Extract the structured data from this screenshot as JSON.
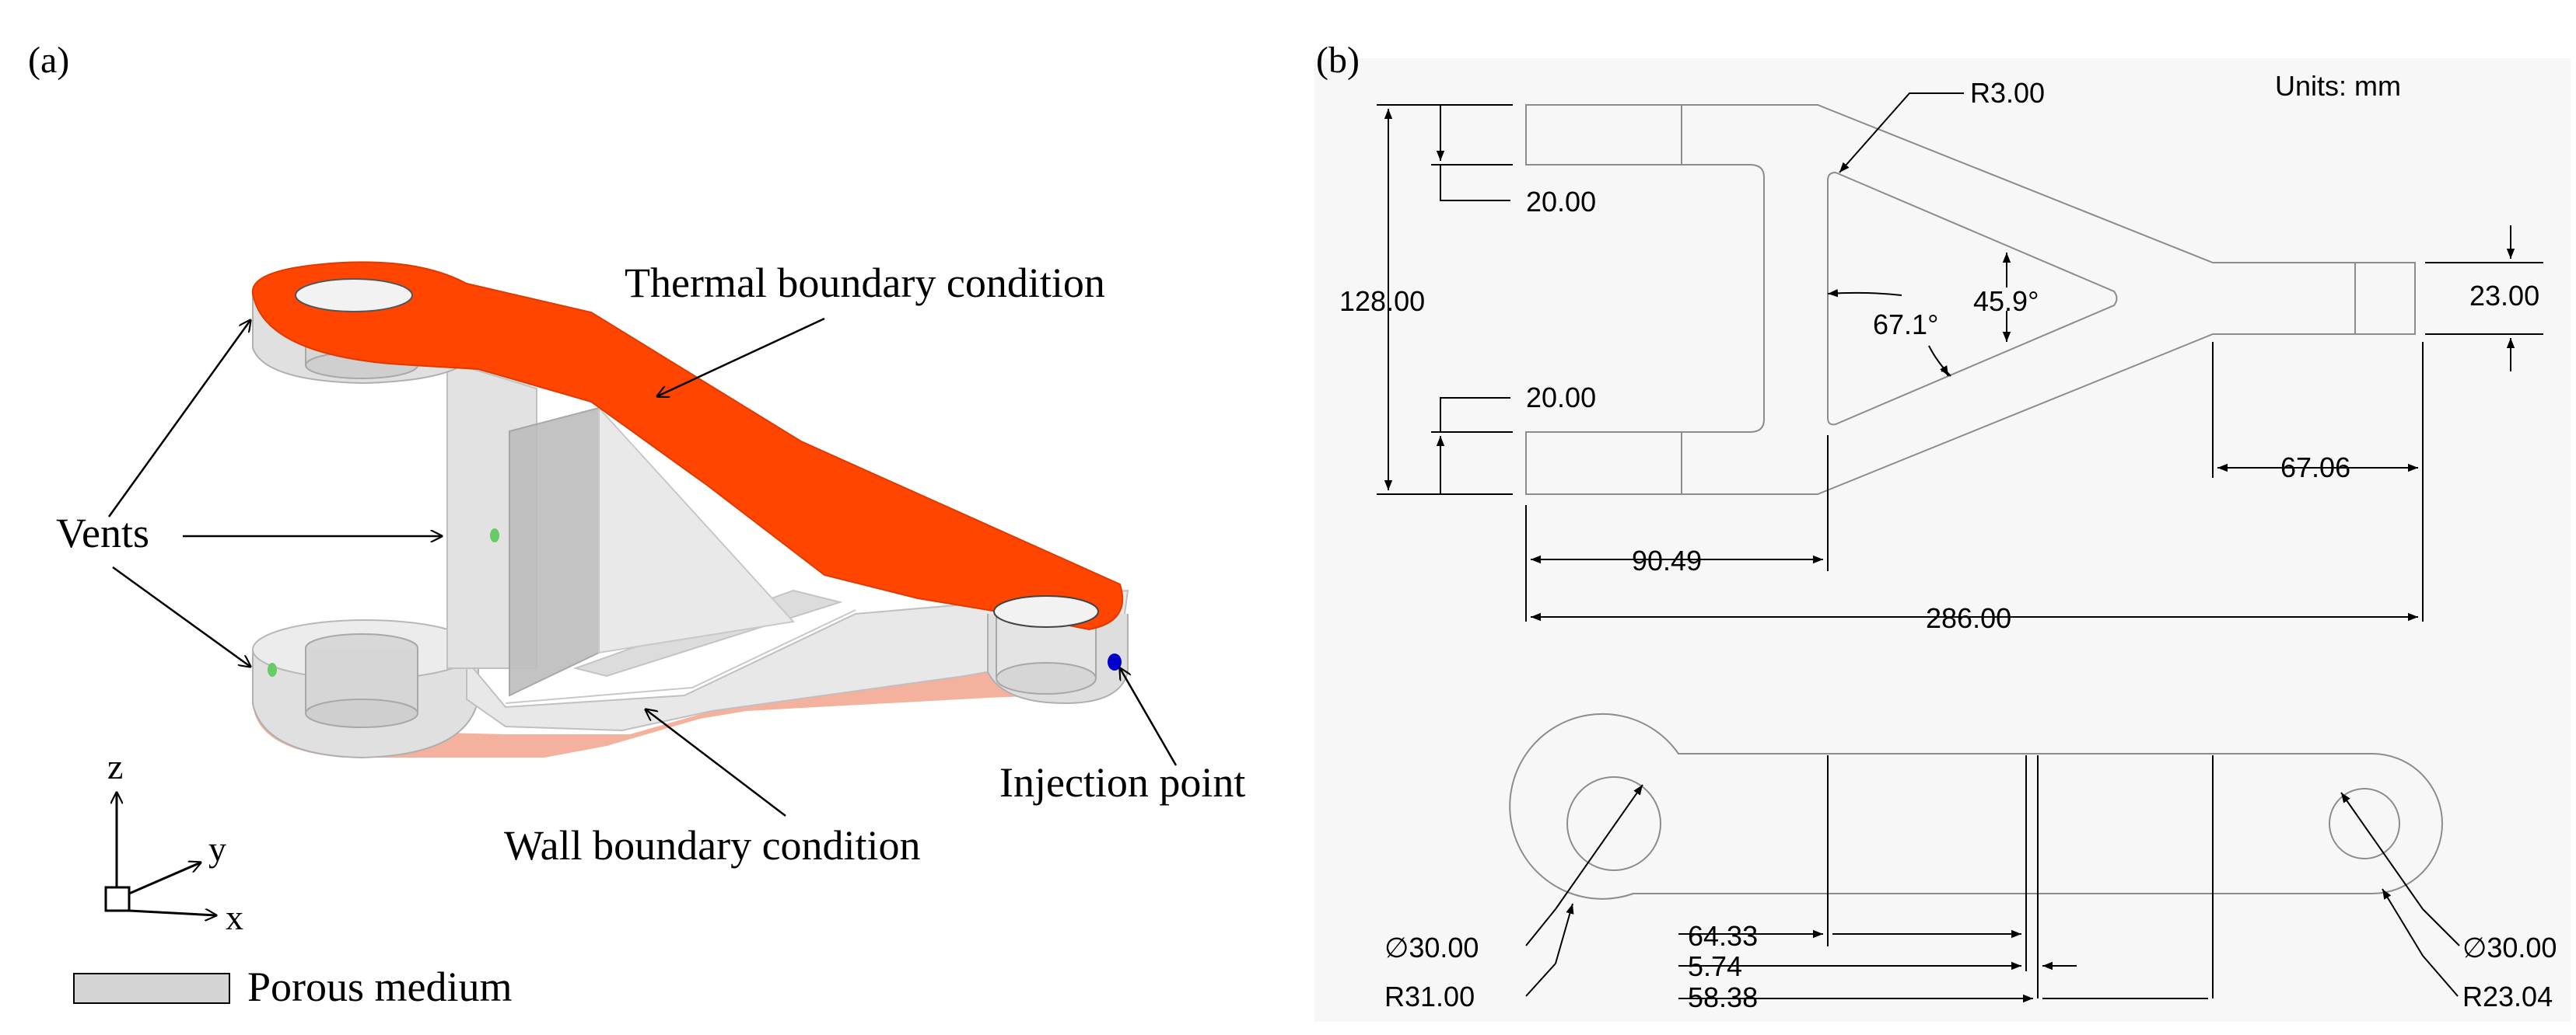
{
  "panel_a": {
    "label": "(a)",
    "callouts": {
      "thermal": "Thermal boundary condition",
      "vents": "Vents",
      "wall": "Wall boundary condition",
      "injection": "Injection point"
    },
    "axes": {
      "z": "z",
      "y": "y",
      "x": "x"
    },
    "legend": {
      "porous": "Porous medium"
    },
    "colors": {
      "thermal": "#ff4500",
      "bottom": "#f4b29e",
      "part": "#e4e4e4",
      "vent": "#66cc66",
      "injection": "#0000cc"
    }
  },
  "panel_b": {
    "label": "(b)",
    "units": "Units: mm",
    "dims": {
      "r3": "R3.00",
      "d20_top": "20.00",
      "d128": "128.00",
      "d20_bottom": "20.00",
      "a671": "67.1°",
      "a459": "45.9°",
      "d23": "23.00",
      "d6706": "67.06",
      "d9049": "90.49",
      "d286": "286.00",
      "phi30_left": "∅30.00",
      "r31": "R31.00",
      "d6433": "64.33",
      "d574": "5.74",
      "d5838": "58.38",
      "phi30_right": "∅30.00",
      "r2304": "R23.04"
    }
  }
}
